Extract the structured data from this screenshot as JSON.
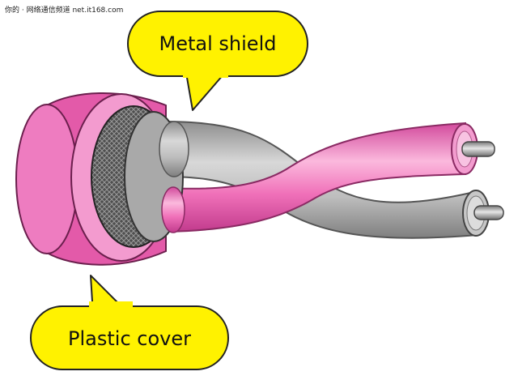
{
  "watermark": "你的 · 网络通信频道 net.it168.com",
  "labels": {
    "metal_shield": "Metal shield",
    "plastic_cover": "Plastic cover"
  },
  "colors": {
    "callout_fill": "#fff200",
    "cover_pink": "#e85fb0",
    "cover_pink_light": "#f7a6d4",
    "wire_pink": "#f26bb8",
    "wire_gray": "#b9b9b9",
    "shield_dark": "#5a5a5a",
    "conductor_gray": "#9c9c9c"
  }
}
